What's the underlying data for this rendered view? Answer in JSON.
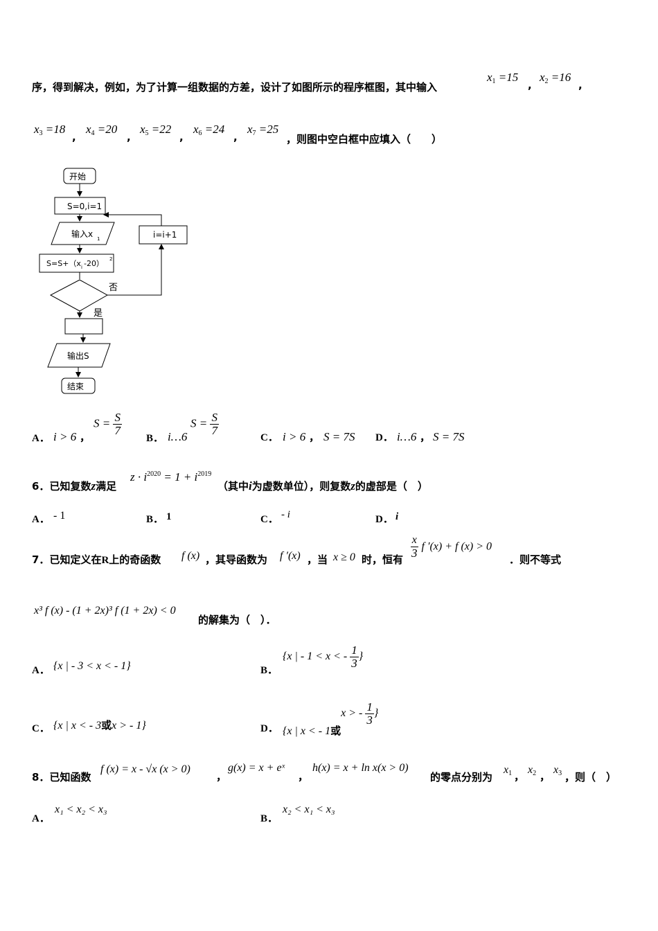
{
  "q5": {
    "line1_text": "序，得到解决，例如，为了计算一组数据的方差，设计了如图所示的程序框图，其中输入",
    "line1_x1": "=15",
    "line1_x2": "=16",
    "line2_x3": "=18",
    "line2_x4": "=20",
    "line2_x5": "=22",
    "line2_x6": "=24",
    "line2_x7": "=25",
    "line2_tail": "，则图中空白框中应填入（　　）",
    "flowchart": {
      "start": "开始",
      "init": "S=0,i=1",
      "input": "输入x",
      "input_sub": "1",
      "update": "S=S+（x",
      "update_sub": "i",
      "update_tail": "-20）",
      "update_sup": "2",
      "increment": "i=i+1",
      "no": "否",
      "yes": "是",
      "output": "输出S",
      "end": "结束"
    },
    "options": {
      "A": {
        "label": "A．",
        "cond": "i > 6",
        "expr_lhs": "S =",
        "frac_num": "S",
        "frac_den": "7"
      },
      "B": {
        "label": "B．",
        "cond": "i…6",
        "expr_lhs": "S =",
        "frac_num": "S",
        "frac_den": "7"
      },
      "C": {
        "label": "C．",
        "cond": "i > 6",
        "expr": "S = 7S"
      },
      "D": {
        "label": "D．",
        "cond": "i…6",
        "expr": "S = 7S"
      }
    }
  },
  "q6": {
    "number": "6．",
    "text1": "已知复数",
    "z": "z",
    "text2": "满足",
    "eq_a": "z · i",
    "eq_sup1": "2020",
    "eq_b": " = 1 + i",
    "eq_sup2": "2019",
    "text3": "（其中",
    "i": "i",
    "text4": "为虚数单位），则复数",
    "text5": "的虚部是（　）",
    "options": {
      "A": {
        "label": "A．",
        "value": "- 1"
      },
      "B": {
        "label": "B．",
        "value": "1"
      },
      "C": {
        "label": "C．",
        "value": "- i"
      },
      "D": {
        "label": "D．",
        "value": "i"
      }
    }
  },
  "q7": {
    "number": "7．",
    "text1": "已知定义在",
    "R": "R",
    "text2": "上的奇函数",
    "fx": "f (x)",
    "text3": "，其导函数为",
    "fpx": "f ′(x)",
    "text4": "，当",
    "cond": "x ≥ 0",
    "text5": "时，恒有",
    "frac_num": "x",
    "frac_den": "3",
    "cond_rest": "f ′(x) + f (x) > 0",
    "text6": "．则不等式",
    "ineq": "x³ f (x) - (1 + 2x)³ f (1 + 2x) < 0",
    "text7": "的解集为（　）．",
    "options": {
      "A": {
        "label": "A．",
        "value": "{x | - 3 < x < - 1}"
      },
      "B": {
        "label": "B．",
        "value_pre": "{x | - 1 < x < -",
        "frac_num": "1",
        "frac_den": "3",
        "value_post": "}"
      },
      "C": {
        "label": "C．",
        "value_pre": "{x | x < - 3",
        "or": "或",
        "value_post": "x > - 1}"
      },
      "D": {
        "label": "D．",
        "value_pre": "{x | x < - 1",
        "or": "或",
        "value_mid": "x > -",
        "frac_num": "1",
        "frac_den": "3",
        "value_post": "}"
      }
    }
  },
  "q8": {
    "number": "8．",
    "text1": "已知函数",
    "f": "f (x) = x - √x (x > 0)",
    "g": "g(x) = x + eˣ",
    "h": "h(x) = x + ln x(x > 0)",
    "text2": "的零点分别为",
    "x1": "x",
    "x2": "x",
    "x3": "x",
    "text3": "，则（　）",
    "options": {
      "A": {
        "label": "A．",
        "value": "x₁ < x₂ < x₃"
      },
      "B": {
        "label": "B．",
        "value": "x₂ < x₁ < x₃"
      }
    }
  }
}
